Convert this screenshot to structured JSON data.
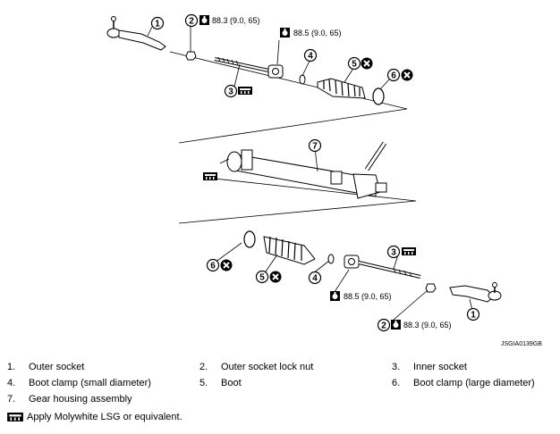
{
  "callouts": {
    "torque_upper_nut": "88.3 (9.0, 65)",
    "torque_upper_inner": "88.5 (9.0, 65)",
    "torque_lower_inner": "88.5 (9.0, 65)",
    "torque_lower_nut": "88.3 (9.0, 65)"
  },
  "numbers": {
    "n1": "1",
    "n2": "2",
    "n3": "3",
    "n4": "4",
    "n5": "5",
    "n6": "6",
    "n7": "7"
  },
  "ref_code": "JSGIA0139GB",
  "legend": {
    "items": [
      {
        "num": "1.",
        "label": "Outer socket"
      },
      {
        "num": "2.",
        "label": "Outer socket lock nut"
      },
      {
        "num": "3.",
        "label": "Inner socket"
      },
      {
        "num": "4.",
        "label": "Boot clamp (small diameter)"
      },
      {
        "num": "5.",
        "label": "Boot"
      },
      {
        "num": "6.",
        "label": "Boot clamp (large diameter)"
      },
      {
        "num": "7.",
        "label": "Gear housing assembly"
      }
    ],
    "note": "Apply Molywhite LSG or equivalent."
  },
  "icons": {
    "torque": "torque-wrench-icon",
    "no_reuse": "do-not-reuse-icon",
    "grease": "grease-application-icon"
  }
}
